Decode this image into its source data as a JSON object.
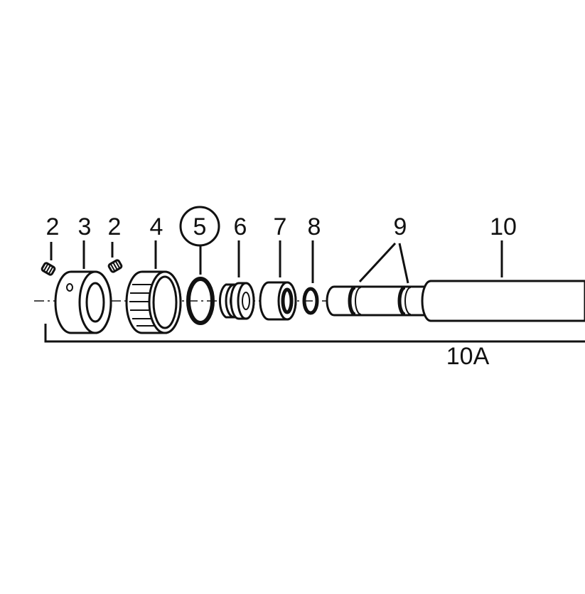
{
  "diagram": {
    "callouts": {
      "c2a": "2",
      "c3": "3",
      "c2b": "2",
      "c4": "4",
      "c5": "5",
      "c6": "6",
      "c7": "7",
      "c8": "8",
      "c9": "9",
      "c10": "10",
      "c10a": "10A"
    },
    "highlighted_callout": "5",
    "line_color": "#111111",
    "background_color": "#ffffff"
  }
}
